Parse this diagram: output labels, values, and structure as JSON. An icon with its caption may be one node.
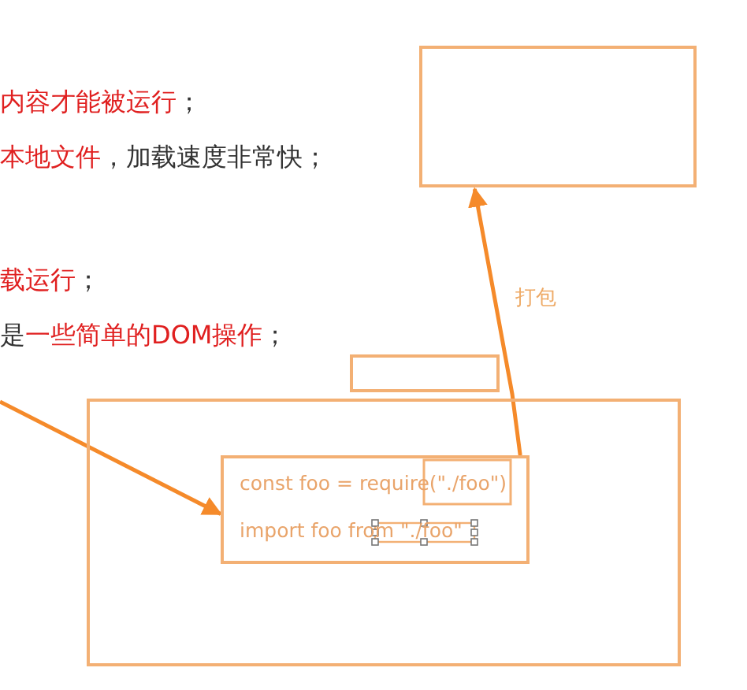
{
  "diagram": {
    "nodes": [
      {
        "text": [],
        "shape": "box"
      },
      {
        "text": [],
        "shape": "box"
      },
      {
        "text": [],
        "shape": "box"
      },
      {
        "text": [
          "const foo = require(\"./foo\")",
          "import foo from \"./foo\""
        ],
        "in": 2
      }
    ],
    "edges": [
      {
        "from": 3,
        "to": 0,
        "arrow": "to",
        "label": "打包"
      },
      {
        "from": null,
        "to": 3,
        "arrow": "to"
      }
    ],
    "labels": [
      "**内容才能被运行**；",
      "**本地文件**，加载速度非常快；",
      "**载运行**；",
      "是**一些简单的DOM操作**；"
    ]
  }
}
